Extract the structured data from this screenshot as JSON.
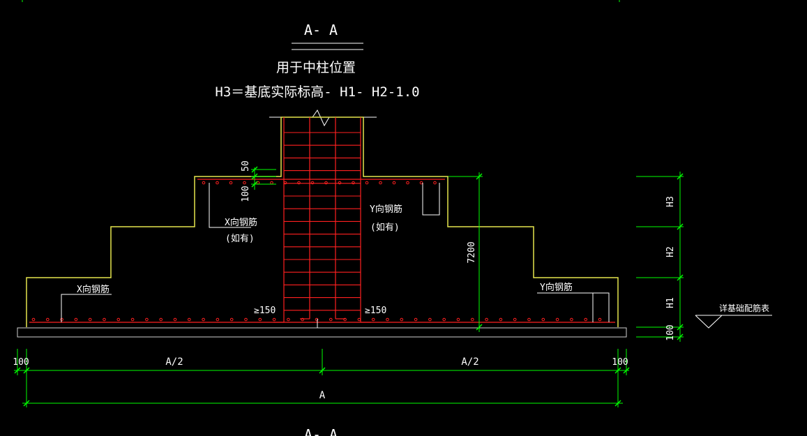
{
  "title": {
    "section": "A- A",
    "subtitle": "用于中柱位置",
    "formula": "H3＝基底实际标高- H1- H2-1.0"
  },
  "labels": {
    "x_rebar_upper": "X向钢筋",
    "x_rebar_upper_note": "(如有)",
    "y_rebar_upper": "Y向钢筋",
    "y_rebar_upper_note": "(如有)",
    "x_rebar_lower": "X向钢筋",
    "y_rebar_lower": "Y向钢筋",
    "min_left": "≥150",
    "min_right": "≥150",
    "elev_note": "详基础配筋表"
  },
  "dims": {
    "top_cover": "50",
    "upper_rebar_space": "100",
    "height_total": "7200",
    "h3": "H3",
    "h2": "H2",
    "h1": "H1",
    "bedding": "100",
    "left_edge": "100",
    "half_left": "A/2",
    "half_right": "A/2",
    "right_edge": "100",
    "total_width": "A"
  },
  "colors": {
    "background": "#000000",
    "outline": "#e6e64d",
    "rebar": "#ff2020",
    "dimension": "#00ff00",
    "text": "#ffffff",
    "leader": "#ffffff"
  },
  "footer": {
    "section_repeat": "A- A"
  }
}
